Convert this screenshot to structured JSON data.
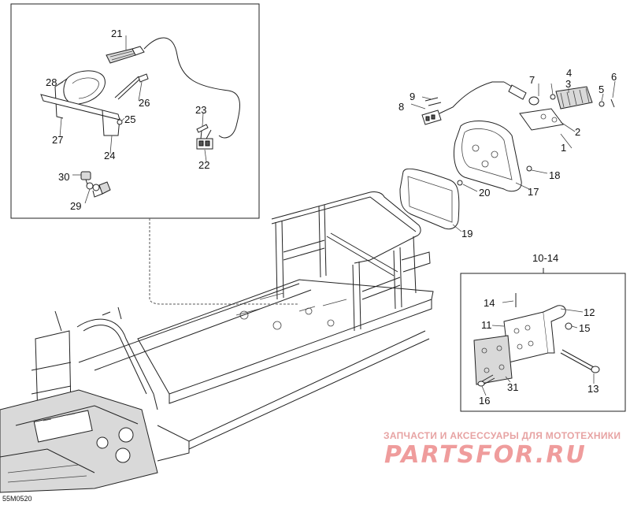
{
  "callouts": {
    "c1": "1",
    "c2": "2",
    "c3": "3",
    "c4": "4",
    "c5": "5",
    "c6": "6",
    "c7": "7",
    "c8": "8",
    "c9": "9",
    "c10_14": "10-14",
    "c11": "11",
    "c12": "12",
    "c13": "13",
    "c14": "14",
    "c15": "15",
    "c16": "16",
    "c17": "17",
    "c18": "18",
    "c19": "19",
    "c20": "20",
    "c21": "21",
    "c22": "22",
    "c23": "23",
    "c24": "24",
    "c25": "25",
    "c26": "26",
    "c27": "27",
    "c28": "28",
    "c29": "29",
    "c30": "30",
    "c31": "31"
  },
  "drawing_code": "55M0520",
  "watermark": {
    "text": "ЗАПЧАСТИ И АКСЕССУАРЫ ДЛЯ МОТОТЕХНИКИ",
    "logo": "PARTSFOR.RU"
  },
  "colors": {
    "line": "#222222",
    "watermark": "#ef9c9c"
  }
}
